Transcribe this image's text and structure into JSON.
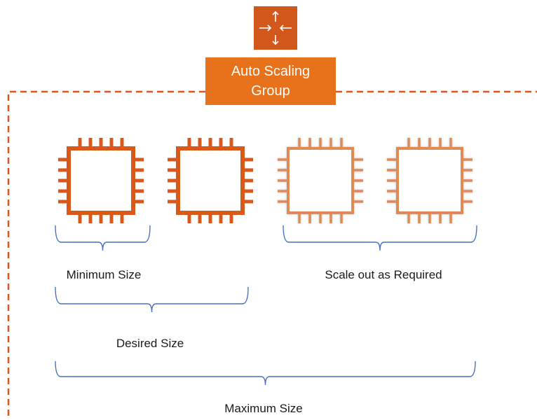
{
  "group": {
    "title_line1": "Auto Scaling",
    "title_line2": "Group",
    "icon": "auto-scaling-arrows-icon"
  },
  "instances": [
    {
      "icon": "ec2-instance-chip-icon",
      "state": "running"
    },
    {
      "icon": "ec2-instance-chip-icon",
      "state": "running"
    },
    {
      "icon": "ec2-instance-chip-icon",
      "state": "potential"
    },
    {
      "icon": "ec2-instance-chip-icon",
      "state": "potential"
    }
  ],
  "labels": {
    "minimum": "Minimum Size",
    "scale_out": "Scale out as Required",
    "desired": "Desired Size",
    "maximum": "Maximum Size"
  },
  "colors": {
    "accent": "#E8711C",
    "icon_bg": "#D2571A",
    "chip_solid": "#D9591B",
    "chip_faded": "#E08A54",
    "brace": "#4472C4",
    "border": "#D9591B"
  }
}
